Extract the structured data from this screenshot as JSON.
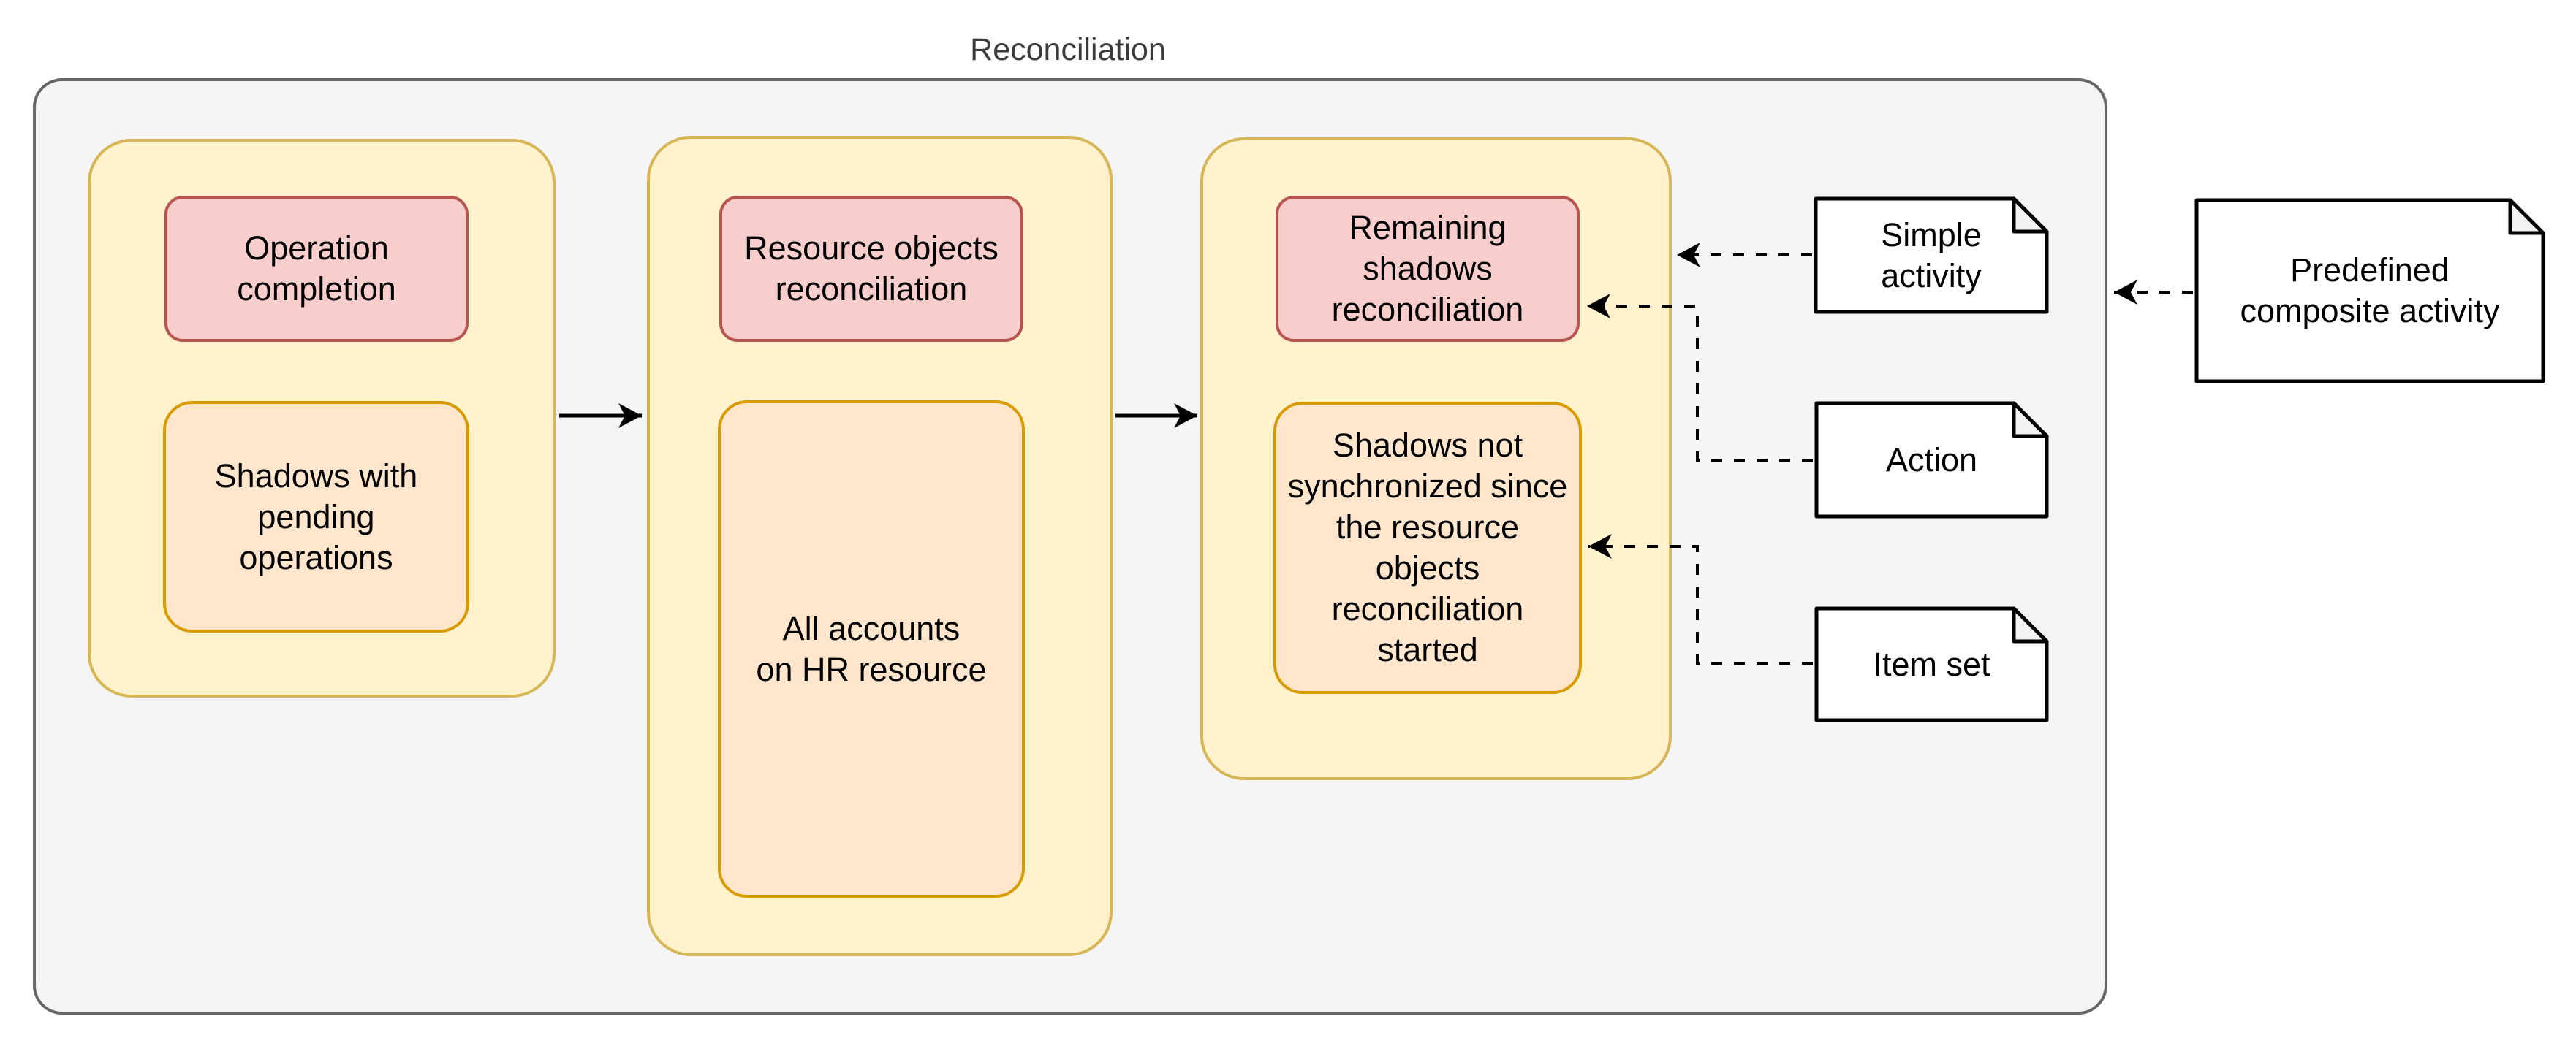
{
  "title": "Reconciliation",
  "stages": [
    {
      "activity": "Operation\ncompletion",
      "item_set": "Shadows with\npending\noperations"
    },
    {
      "activity": "Resource objects\nreconciliation",
      "item_set": "All accounts\non HR resource"
    },
    {
      "activity": "Remaining\nshadows\nreconciliation",
      "item_set": "Shadows not\nsynchronized since\nthe resource\nobjects\nreconciliation\nstarted"
    }
  ],
  "legend_notes": [
    {
      "label": "Simple\nactivity"
    },
    {
      "label": "Action"
    },
    {
      "label": "Item set"
    },
    {
      "label": "Predefined\ncomposite activity"
    }
  ],
  "colors": {
    "canvas_bg": "#ffffff",
    "container_fill": "#f5f5f5",
    "container_border": "#666666",
    "stage_fill": "#fff2cc",
    "stage_border": "#d6b656",
    "activity_fill": "#f8cecc",
    "activity_border": "#b85450",
    "itemset_fill": "#ffe6cc",
    "itemset_border": "#d79b00",
    "note_fill": "#ffffff",
    "note_fold_fill": "#f2f2f2",
    "note_border": "#000000",
    "arrow": "#000000",
    "title_color": "#3a3a3a"
  }
}
